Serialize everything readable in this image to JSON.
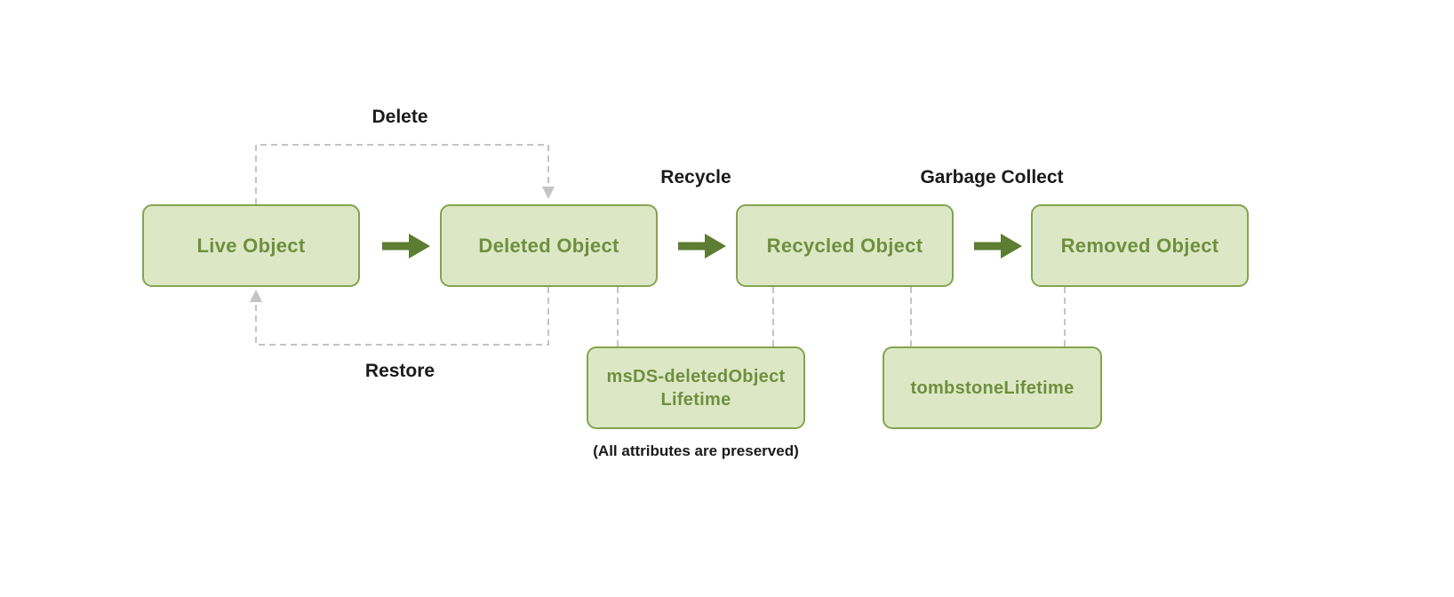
{
  "diagram": {
    "type": "flow-diagram",
    "subject": "Object deletion lifecycle",
    "boxes": {
      "live": {
        "label": "Live Object"
      },
      "deleted": {
        "label": "Deleted Object"
      },
      "recycled": {
        "label": "Recycled Object"
      },
      "removed": {
        "label": "Removed Object"
      }
    },
    "flow_labels": {
      "delete": "Delete",
      "restore": "Restore",
      "recycle": "Recycle",
      "garbage_collect": "Garbage Collect"
    },
    "lifetime_boxes": {
      "msds": {
        "label": "msDS-deletedObject Lifetime"
      },
      "tombstone": {
        "label": "tombstoneLifetime"
      }
    },
    "note": "(All attributes are preserved)",
    "transitions": [
      {
        "from": "Live Object",
        "to": "Deleted Object",
        "label": "Delete",
        "style": "dashed"
      },
      {
        "from": "Deleted Object",
        "to": "Live Object",
        "label": "Restore",
        "style": "dashed"
      },
      {
        "from": "Live Object",
        "to": "Deleted Object",
        "label": "",
        "style": "solid"
      },
      {
        "from": "Deleted Object",
        "to": "Recycled Object",
        "label": "Recycle",
        "style": "solid"
      },
      {
        "from": "Recycled Object",
        "to": "Removed Object",
        "label": "Garbage Collect",
        "style": "solid"
      }
    ],
    "colors": {
      "box_fill": "#dce8c5",
      "box_border": "#85a351",
      "box_text": "#6f8f3e",
      "arrow_solid": "#5d7d33",
      "dashed_line": "#c4c4c4",
      "label_text": "#1a1a1a",
      "background": "#ffffff"
    }
  }
}
